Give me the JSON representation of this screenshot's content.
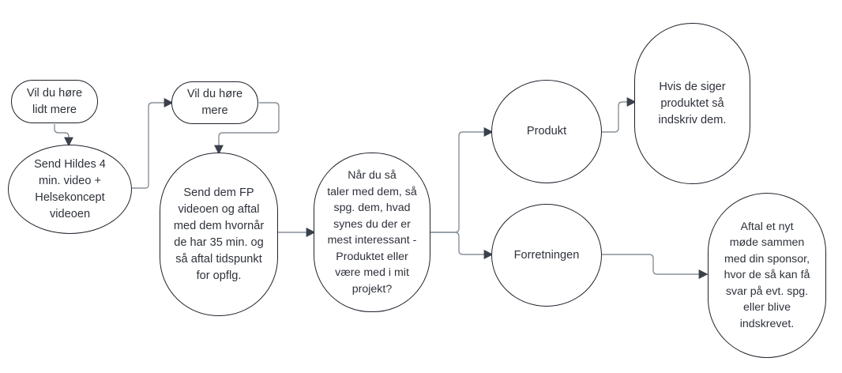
{
  "diagram": {
    "type": "flowchart",
    "colors": {
      "background": "#ffffff",
      "node_border": "#1e222b",
      "node_fill": "#ffffff",
      "text": "#2e323a",
      "connector": "#8a919b",
      "arrowhead": "#3a414c"
    },
    "nodes": [
      {
        "id": "vil-du-hore-lidt-mere",
        "shape": "pill",
        "text": "Vil du høre\nlidt mere"
      },
      {
        "id": "send-hildes-video",
        "shape": "ellipse",
        "text": "Send Hildes 4\nmin. video +\nHelsekoncept\nvideoen"
      },
      {
        "id": "vil-du-hore-mere",
        "shape": "pill",
        "text": "Vil du høre\nmere"
      },
      {
        "id": "send-fp-video",
        "shape": "stadium",
        "text": "Send dem FP\nvideoen og aftal\nmed dem hvornår\nde har 35 min. og\nså aftal tidspunkt\nfor opflg."
      },
      {
        "id": "sporg-interesse",
        "shape": "stadium",
        "text": "Når du så\ntaler med dem, så\nspg. dem, hvad\nsynes du der er\nmest interessant -\nProduktet eller\nvære med i mit\nprojekt?"
      },
      {
        "id": "produkt",
        "shape": "circle",
        "text": "Produkt"
      },
      {
        "id": "forretningen",
        "shape": "circle",
        "text": "Forretningen"
      },
      {
        "id": "indskriv-produkt",
        "shape": "stadium",
        "text": "Hvis de siger\nproduktet så\nindskriv dem."
      },
      {
        "id": "aftal-mode-sponsor",
        "shape": "stadium",
        "text": "Aftal et nyt\nmøde sammen\nmed din sponsor,\nhvor de så kan få\nsvar på evt. spg.\neller blive\nindskrevet."
      }
    ],
    "edges": [
      {
        "from": "vil-du-hore-lidt-mere",
        "to": "send-hildes-video"
      },
      {
        "from": "send-hildes-video",
        "to": "vil-du-hore-mere"
      },
      {
        "from": "vil-du-hore-mere",
        "to": "send-fp-video"
      },
      {
        "from": "send-fp-video",
        "to": "sporg-interesse"
      },
      {
        "from": "sporg-interesse",
        "to": "produkt"
      },
      {
        "from": "sporg-interesse",
        "to": "forretningen"
      },
      {
        "from": "produkt",
        "to": "indskriv-produkt"
      },
      {
        "from": "forretningen",
        "to": "aftal-mode-sponsor"
      }
    ]
  }
}
